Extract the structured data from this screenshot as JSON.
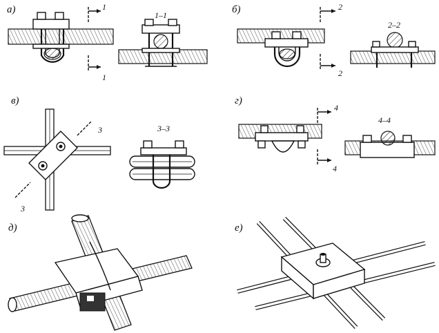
{
  "panels": [
    {
      "id": "a",
      "label": "а)",
      "section_label": "1–1",
      "cut_marks": [
        "1",
        "1"
      ]
    },
    {
      "id": "b",
      "label": "б)",
      "section_label": "2–2",
      "cut_marks": [
        "2",
        "2"
      ]
    },
    {
      "id": "v",
      "label": "в)",
      "section_label": "3–3",
      "cut_marks": [
        "3",
        "3"
      ]
    },
    {
      "id": "g",
      "label": "г)",
      "section_label": "4–4",
      "cut_marks": [
        "4",
        "4"
      ]
    },
    {
      "id": "d",
      "label": "д)"
    },
    {
      "id": "e",
      "label": "е)"
    }
  ]
}
